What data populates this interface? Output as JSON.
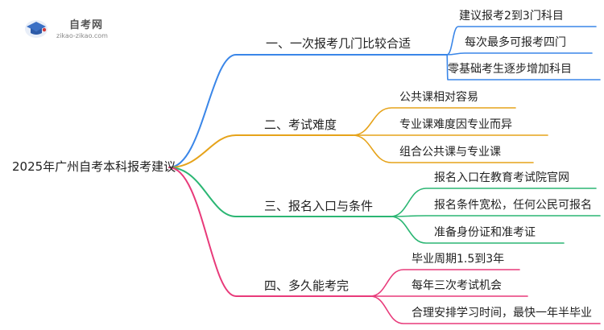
{
  "logo": {
    "title": "自考网",
    "url": "zikao-zikao.com"
  },
  "root": "2025年广州自考本科报考建议",
  "branches": [
    {
      "label": "一、一次报考几门比较合适",
      "color": "#3a86e8",
      "leaves": [
        "建议报考2到3门科目",
        "每次最多可报考四门",
        "零基础考生逐步增加科目"
      ]
    },
    {
      "label": "二、考试难度",
      "color": "#e6a31a",
      "leaves": [
        "公共课相对容易",
        "专业课难度因专业而异",
        "组合公共课与专业课"
      ]
    },
    {
      "label": "三、报名入口与条件",
      "color": "#2bb673",
      "leaves": [
        "报名入口在教育考试院官网",
        "报名条件宽松，任何公民可报名",
        "准备身份证和准考证"
      ]
    },
    {
      "label": "四、多久能考完",
      "color": "#e83a7a",
      "leaves": [
        "毕业周期1.5到3年",
        "每年三次考试机会",
        "合理安排学习时间，最快一年半毕业"
      ]
    }
  ]
}
